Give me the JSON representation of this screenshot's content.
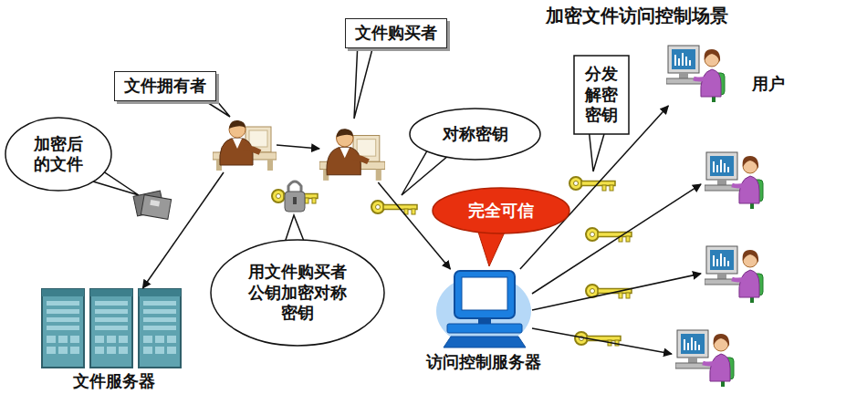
{
  "diagram": {
    "title": "加密文件访问控制场景",
    "nodes": [
      {
        "text": [
          "文件拥有者"
        ]
      },
      {
        "text": [
          "文件购买者"
        ]
      },
      {
        "text": [
          "加密后的文件"
        ]
      },
      {
        "text": [
          "对称密钥"
        ]
      },
      {
        "text": [
          "分发解密密钥"
        ]
      },
      {
        "text": [
          "用户"
        ]
      },
      {
        "text": [
          "完全可信"
        ]
      },
      {
        "text": [
          "用文件购买者公钥加密对称密钥"
        ]
      },
      {
        "text": [
          "访问控制服务器"
        ]
      },
      {
        "text": [
          "文件服务器"
        ]
      }
    ],
    "edges": [
      {
        "from": 0,
        "to": 9,
        "arrow": "to"
      },
      {
        "from": 0,
        "to": 1,
        "arrow": "to"
      },
      {
        "from": 1,
        "to": 8,
        "arrow": "to"
      },
      {
        "from": 8,
        "to": 5,
        "arrow": "to"
      }
    ]
  }
}
